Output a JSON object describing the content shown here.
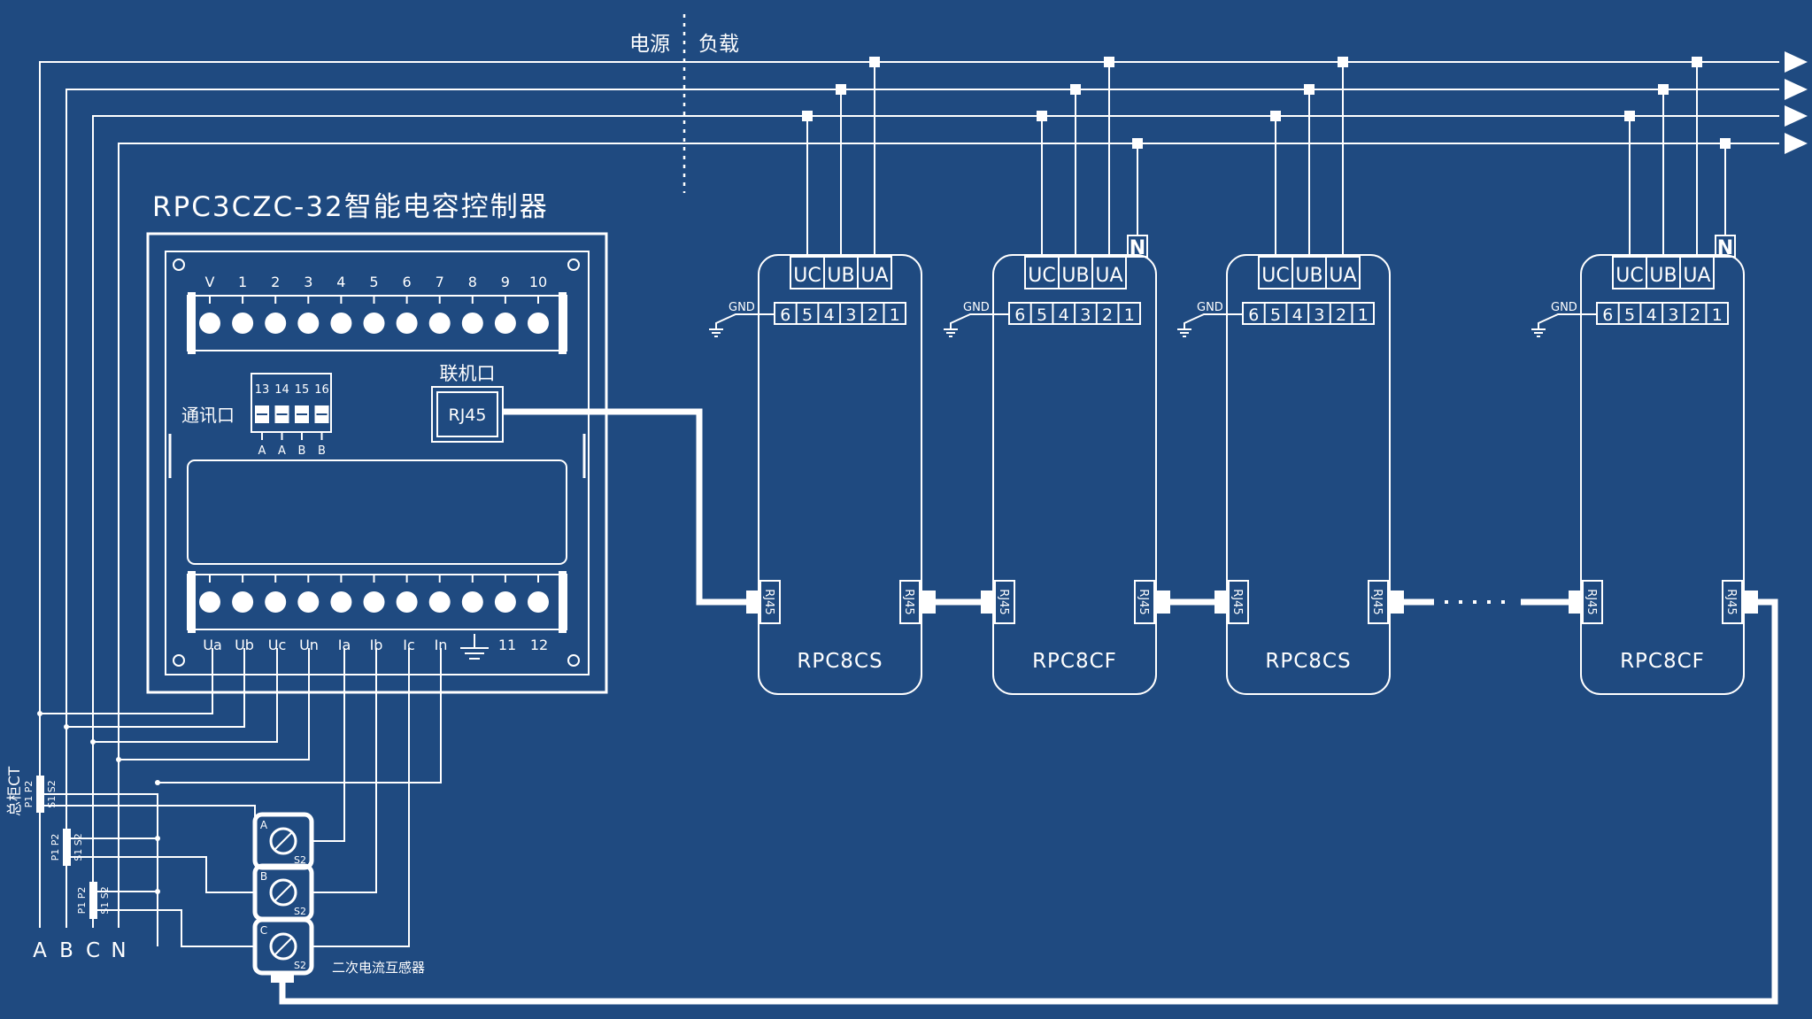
{
  "header": {
    "source_label": "电源",
    "load_label": "负载"
  },
  "controller": {
    "title": "RPC3CZC-32智能电容控制器",
    "top_terminals": [
      "V",
      "1",
      "2",
      "3",
      "4",
      "5",
      "6",
      "7",
      "8",
      "9",
      "10"
    ],
    "bottom_terminals": [
      "Ua",
      "Ub",
      "Uc",
      "Un",
      "Ia",
      "Ib",
      "Ic",
      "In",
      "11",
      "12"
    ],
    "comm_label": "通讯口",
    "comm_pins": [
      "13",
      "14",
      "15",
      "16"
    ],
    "comm_letters": [
      "A",
      "A",
      "B",
      "B"
    ],
    "link_label": "联机口",
    "rj45": "RJ45"
  },
  "modules": [
    {
      "name": "RPC8CS",
      "phases": [
        "UC",
        "UB",
        "UA"
      ],
      "neutral": "",
      "gnd": "GND",
      "terminals": [
        "6",
        "5",
        "4",
        "3",
        "2",
        "1"
      ],
      "rj45_left": "RJ45",
      "rj45_right": "RJ45"
    },
    {
      "name": "RPC8CF",
      "phases": [
        "UC",
        "UB",
        "UA"
      ],
      "neutral": "N",
      "gnd": "GND",
      "terminals": [
        "6",
        "5",
        "4",
        "3",
        "2",
        "1"
      ],
      "rj45_left": "RJ45",
      "rj45_right": "RJ45"
    },
    {
      "name": "RPC8CS",
      "phases": [
        "UC",
        "UB",
        "UA"
      ],
      "neutral": "",
      "gnd": "GND",
      "terminals": [
        "6",
        "5",
        "4",
        "3",
        "2",
        "1"
      ],
      "rj45_left": "RJ45",
      "rj45_right": "RJ45"
    },
    {
      "name": "RPC8CF",
      "phases": [
        "UC",
        "UB",
        "UA"
      ],
      "neutral": "N",
      "gnd": "GND",
      "terminals": [
        "6",
        "5",
        "4",
        "3",
        "2",
        "1"
      ],
      "rj45_left": "RJ45",
      "rj45_right": "RJ45"
    }
  ],
  "busbars": [
    "A",
    "B",
    "C",
    "N"
  ],
  "main_ct": {
    "label": "总柜CT",
    "p_label": "P1 P2",
    "s_label": "S1 S2"
  },
  "secondary_ct": {
    "label": "二次电流互感器",
    "units": [
      "A",
      "B",
      "C"
    ],
    "s_label": "S2"
  }
}
